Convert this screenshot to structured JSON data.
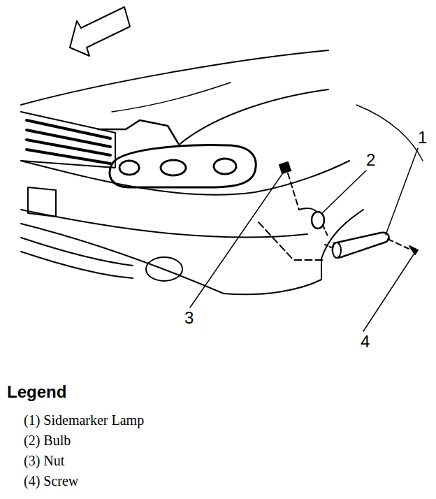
{
  "diagram": {
    "labels": [
      "1",
      "2",
      "3",
      "4",
      "Legend"
    ],
    "legend": [
      {
        "text": "(1) Sidemarker Lamp"
      },
      {
        "text": "(2) Bulb"
      },
      {
        "text": "(3) Nut"
      },
      {
        "text": "(4) Screw"
      }
    ]
  }
}
